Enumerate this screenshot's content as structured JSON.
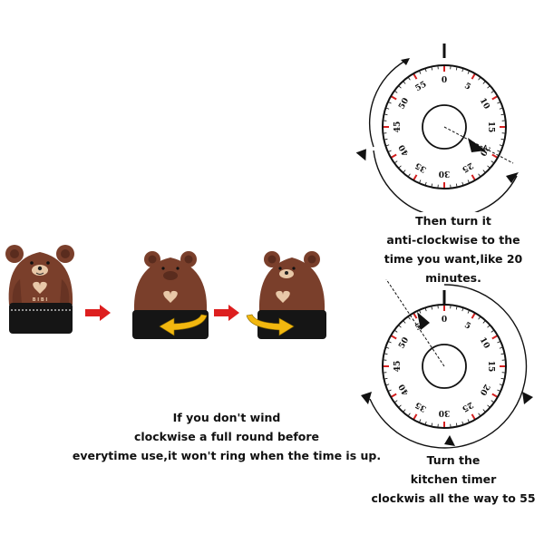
{
  "instructions": {
    "top_dial_caption": [
      "Then turn it",
      "anti-clockwise to the",
      "time you want,like 20 minutes."
    ],
    "bottom_dial_caption": [
      "Turn the",
      "kitchen timer",
      "clockwis all the way to 55"
    ],
    "wind_note": [
      "If you don't wind",
      "clockwise a full round before",
      "everytime use,it won't ring when the time is up."
    ]
  },
  "dial": {
    "numbers": [
      "0",
      "5",
      "10",
      "15",
      "20",
      "25",
      "30",
      "35",
      "40",
      "45",
      "50",
      "55"
    ]
  },
  "bear": {
    "belly_text": "B I B I"
  },
  "colors": {
    "bear_brown": "#7a3f2b",
    "bear_dark": "#5a2c1e",
    "skirt": "#151515",
    "muzzle": "#e8c8a8",
    "red_arrow": "#dd1f1f",
    "yellow_arrow": "#f2b70f",
    "tick_red": "#d42020"
  }
}
